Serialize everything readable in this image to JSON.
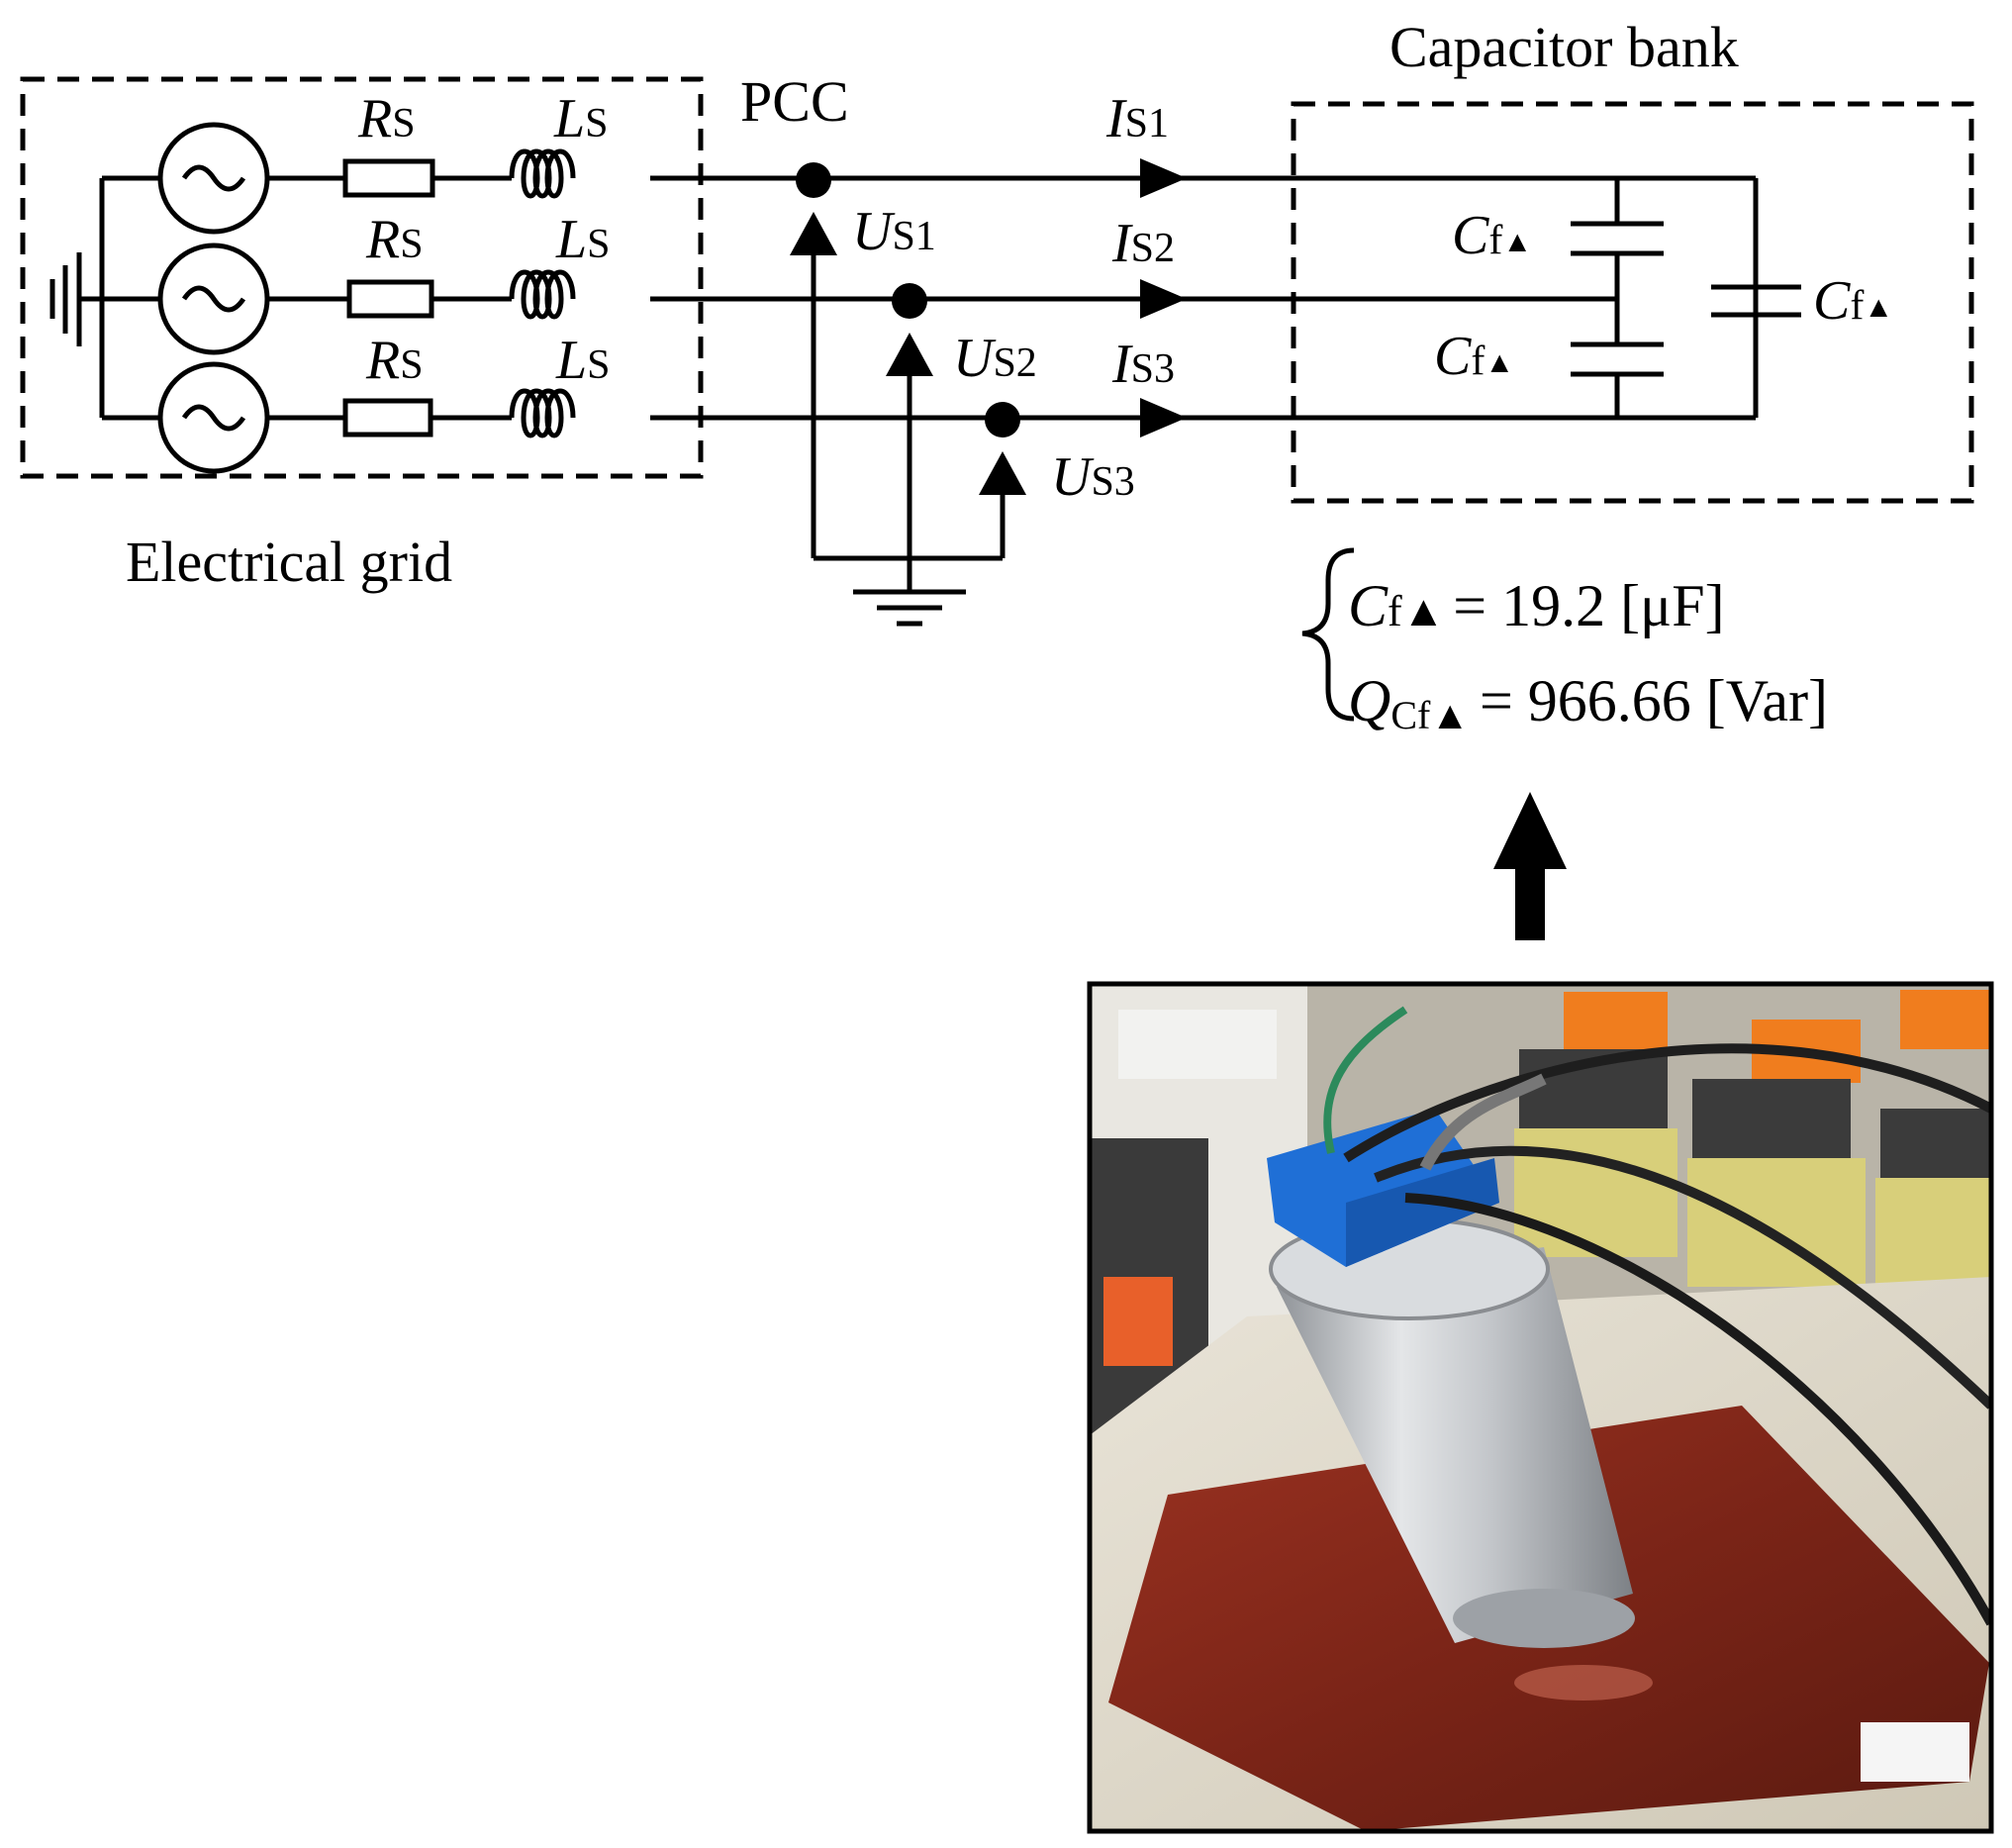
{
  "grid": {
    "title": "Electrical grid",
    "r_label": "R",
    "r_sub": "S",
    "l_label": "L",
    "l_sub": "S"
  },
  "pcc": {
    "label": "PCC"
  },
  "voltages": [
    {
      "sym": "U",
      "sub": "S1"
    },
    {
      "sym": "U",
      "sub": "S2"
    },
    {
      "sym": "U",
      "sub": "S3"
    }
  ],
  "currents": [
    {
      "sym": "I",
      "sub": "S1"
    },
    {
      "sym": "I",
      "sub": "S2"
    },
    {
      "sym": "I",
      "sub": "S3"
    }
  ],
  "capacitor_bank": {
    "title": "Capacitor bank",
    "cap_label": "C",
    "cap_sub": "f",
    "cap_delta": "▲"
  },
  "specs": {
    "line1_sym": "C",
    "line1_sub": "f▲",
    "line1_value": "= 19.2 [μF]",
    "line2_sym": "Q",
    "line2_sub": "Cf▲",
    "line2_value": "= 966.66 [Var]"
  },
  "photo": {
    "subject": "capacitor-photo"
  },
  "colors": {
    "ink": "#000000",
    "cap_can": "#c9ccd0",
    "cap_top": "#1f6fd6",
    "board": "#8c2a1c",
    "terminal": "#f07d1e",
    "transformer": "#d8cf7a"
  }
}
